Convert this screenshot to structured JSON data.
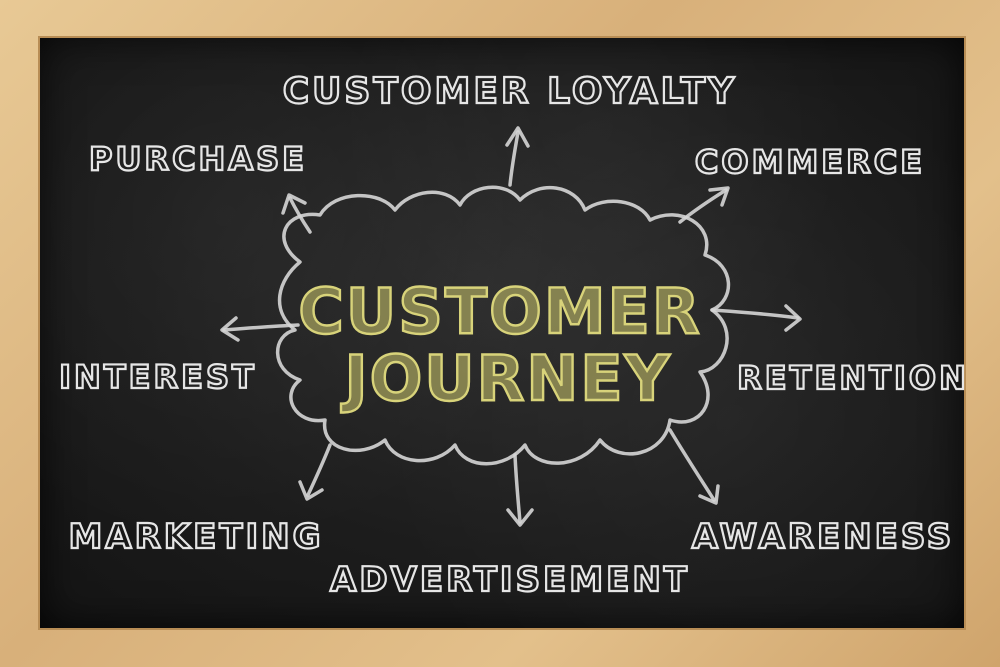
{
  "center": {
    "line1": "CUSTOMER",
    "line2": "JOURNEY"
  },
  "labels": {
    "customer_loyalty": "CUSTOMER LOYALTY",
    "purchase": "PURCHASE",
    "commerce": "COMMERCE",
    "interest": "INTEREST",
    "retention": "RETENTION",
    "marketing": "MARKETING",
    "awareness": "AWARENESS",
    "advertisement": "ADVERTISEMENT"
  },
  "colors": {
    "chalk_white": "#e6e6e6",
    "chalk_yellow": "#d8d37a",
    "board": "#1c1c1c",
    "frame": "#d8b07a"
  }
}
